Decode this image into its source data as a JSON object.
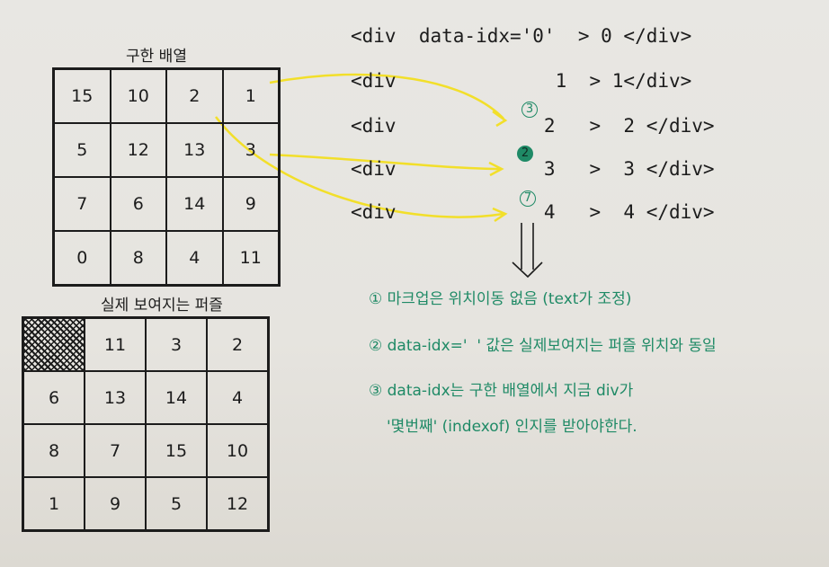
{
  "top_title": "구한 배열",
  "bottom_title": "실제 보여지는 퍼즐",
  "top_grid": [
    [
      "15",
      "10",
      "2",
      "1"
    ],
    [
      "5",
      "12",
      "13",
      "3"
    ],
    [
      "7",
      "6",
      "14",
      "9"
    ],
    [
      "0",
      "8",
      "4",
      "11"
    ]
  ],
  "bottom_grid": [
    [
      "",
      "11",
      "3",
      "2"
    ],
    [
      "6",
      "13",
      "14",
      "4"
    ],
    [
      "8",
      "7",
      "15",
      "10"
    ],
    [
      "1",
      "9",
      "5",
      "12"
    ]
  ],
  "code_lines": [
    "<div  data-idx='0'  > 0 </div>",
    "<div              1  > 1</div>",
    "<div             2   >  2 </div>",
    "<div             3   >  3 </div>",
    "<div             4   >  4 </div>"
  ],
  "markers": {
    "m1": "3",
    "m2": "2",
    "m3": "7"
  },
  "notes": [
    "① 마크업은 위치이동 없음 (text가 조정)",
    "② data-idx='  ' 값은 실제보여지는 퍼즐 위치와 동일",
    "③ data-idx는 구한 배열에서 지금 div가",
    "'몇번째' (indexof) 인지를 받아야한다."
  ]
}
